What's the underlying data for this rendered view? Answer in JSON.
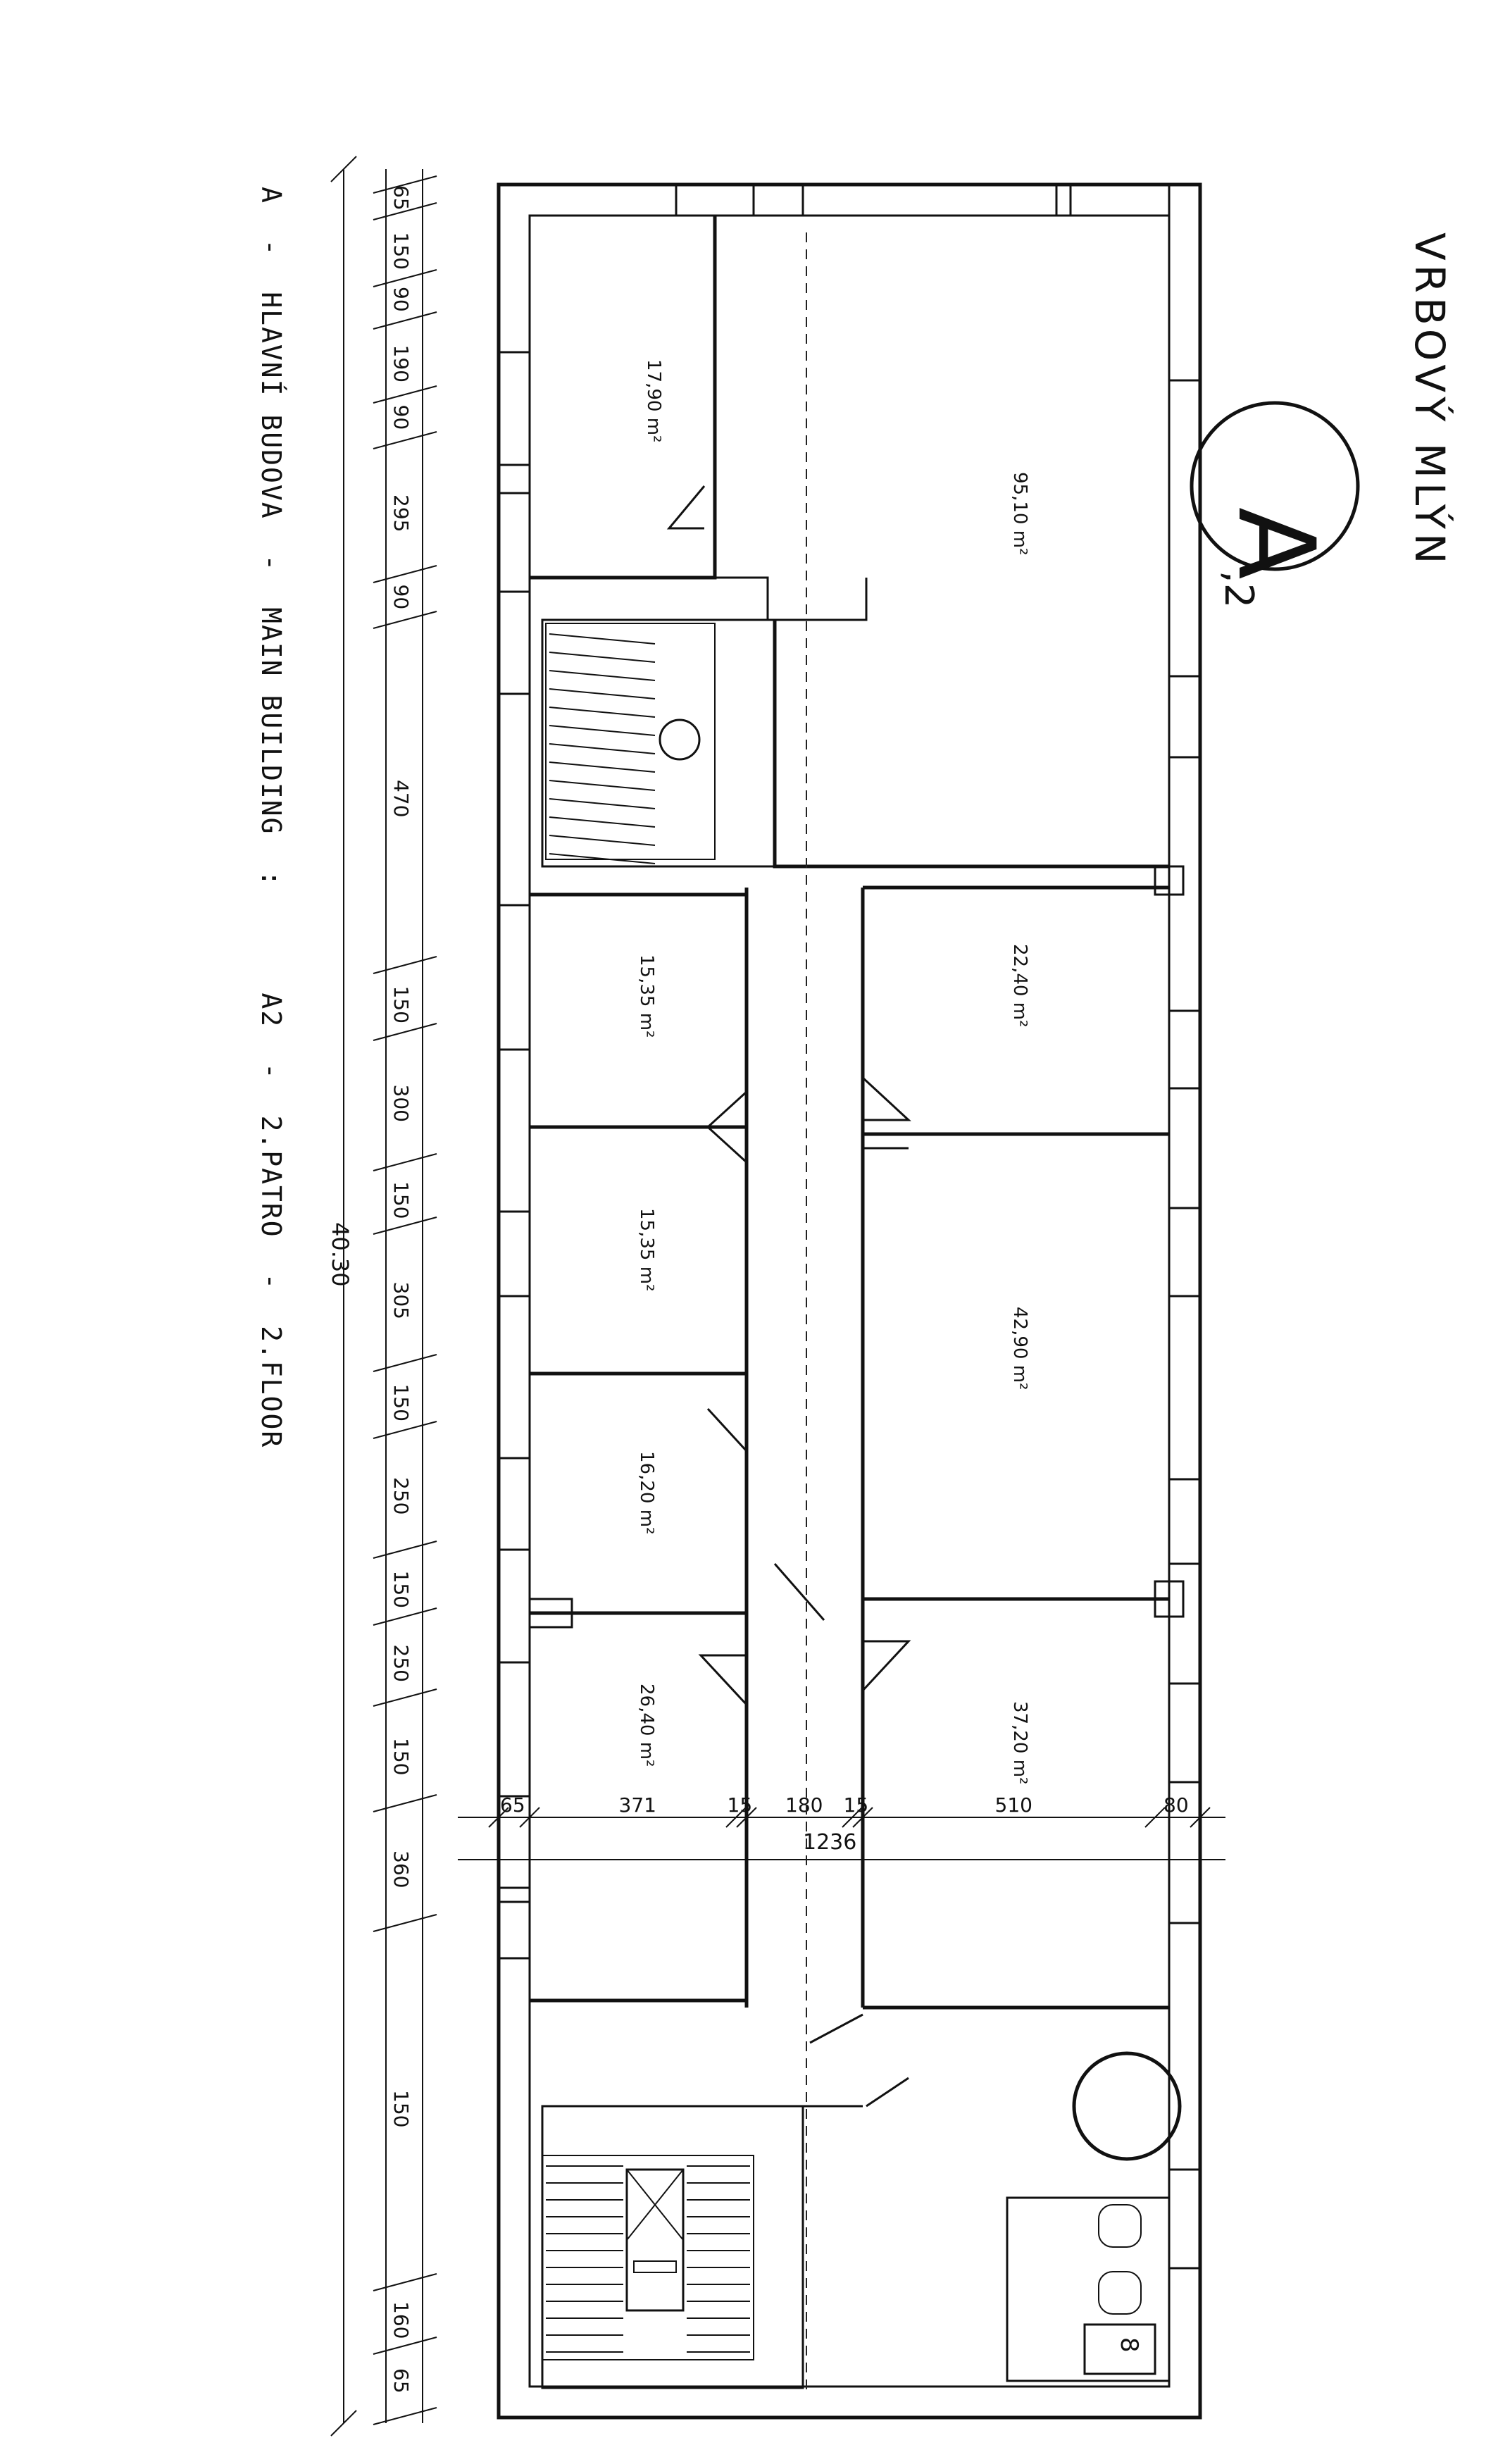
{
  "title": {
    "project": "VRBOVÝ MLÝN",
    "sheet_label": "A",
    "sheet_number": ",2",
    "legend": "A  -  HLAVNÍ BUDOVA  -  MAIN BUILDING  :      A2  -  2.PATRO  -  2.FLOOR"
  },
  "overall_dimension": "40.30",
  "dimension_chain": [
    "65",
    "150",
    "90",
    "190",
    "90",
    "295",
    "90",
    "470",
    "150",
    "300",
    "150",
    "305",
    "150",
    "250",
    "150",
    "250",
    "150",
    "360",
    "150",
    "160",
    "65"
  ],
  "width_chain": {
    "segments": [
      "65",
      "371",
      "15",
      "180",
      "15",
      "510",
      "80"
    ],
    "total": "1236"
  },
  "rooms": [
    {
      "name": "room-corner",
      "area": "17,90 m²"
    },
    {
      "name": "room-hall",
      "area": "95,10 m²"
    },
    {
      "name": "room-w1",
      "area": "15,35 m²"
    },
    {
      "name": "room-e1",
      "area": "22,40 m²"
    },
    {
      "name": "room-w2",
      "area": "15,35 m²"
    },
    {
      "name": "room-e2",
      "area": "42,90 m²"
    },
    {
      "name": "room-w3",
      "area": "16,20 m²"
    },
    {
      "name": "room-w4",
      "area": "26,40 m²"
    },
    {
      "name": "room-e3",
      "area": "37,20 m²"
    }
  ],
  "stair_symbol": "8"
}
